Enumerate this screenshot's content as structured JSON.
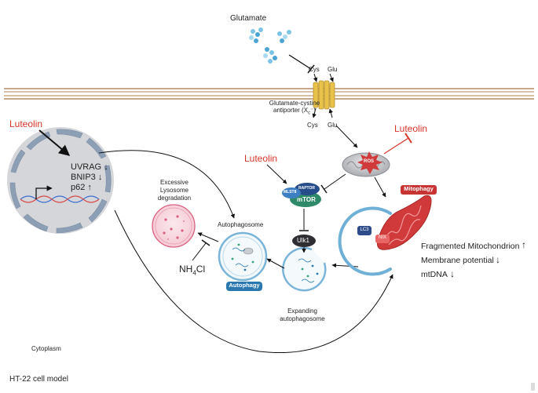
{
  "glutamate_label": "Glutamate",
  "transporter": {
    "cys_top": "Cys",
    "glu_top": "Glu",
    "name_line1": "Glutamate-cystine",
    "name_line2": "antiporter (X",
    "name_sub": "c",
    "name_close": "⁻)",
    "cys_bottom": "Cys",
    "glu_bottom": "Glu"
  },
  "luteolin_labels": [
    "Luteolin",
    "Luteolin",
    "Luteolin"
  ],
  "nucleus": {
    "genes": [
      {
        "name": "UVRAG",
        "direction": "↓"
      },
      {
        "name": "BNIP3",
        "direction": "↓"
      },
      {
        "name": "p62",
        "direction": "↑"
      }
    ]
  },
  "lysosome": {
    "line1": "Excessive",
    "line2": "Lysosome",
    "line3": "degradation"
  },
  "autophagosome_label": "Autophagosome",
  "autophagy_badge": "Autophagy",
  "nh4cl": {
    "main": "NH",
    "sub": "4",
    "tail": "Cl"
  },
  "mtor_complex": {
    "mlst8": "MLST8",
    "raptor": "RAPTOR",
    "mtor": "mTOR"
  },
  "ulk1": "Ulk1",
  "expanding": {
    "line1": "Expanding",
    "line2": "autophagosome"
  },
  "ros": "ROS",
  "mitophagy_badge": "Mitophagy",
  "lc3": "LC3",
  "nix": "NIX",
  "outcomes": [
    {
      "text": "Fragmented Mitochondrion",
      "direction": "↑"
    },
    {
      "text": "Membrane potential",
      "direction": "↓"
    },
    {
      "text": "mtDNA",
      "direction": "↓"
    }
  ],
  "cytoplasm": "Cytoplasm",
  "model": "HT-22 cell model",
  "colors": {
    "inhibit_red": "#d8352a",
    "membrane": "#c8a88c",
    "nucleus_fill": "#d4d6da",
    "nucleus_segments": "#8d9fb5",
    "lysosome_pink": "#d9607e",
    "autophagy_blue": "#2b78b0",
    "mito_red": "#d13a3a"
  }
}
